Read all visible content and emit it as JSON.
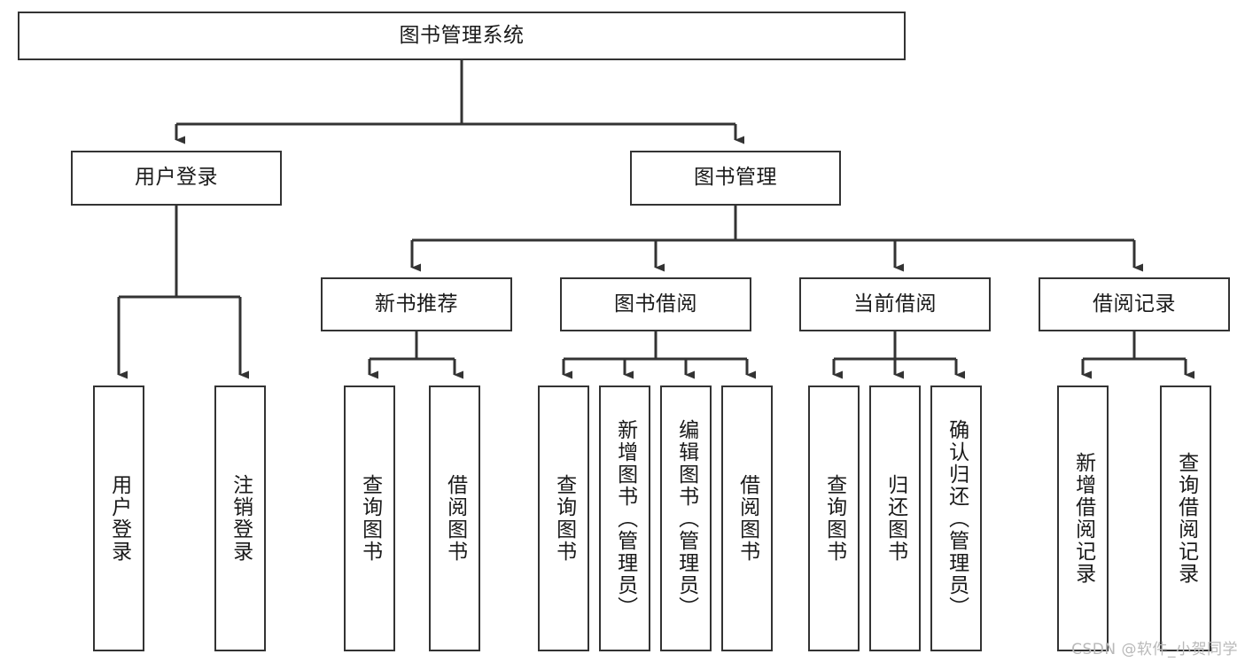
{
  "diagram": {
    "title": "图书管理系统",
    "type": "tree-hierarchy-diagram",
    "colors": {
      "box_border": "#333333",
      "box_fill": "#ffffff",
      "edge": "#333333",
      "text": "#1a1a1a",
      "watermark": "#b9b9b9",
      "background": "#ffffff"
    },
    "watermark": "CSDN @软件_小贺同学",
    "nodes": {
      "root": {
        "label": "图书管理系统",
        "orientation": "horizontal"
      },
      "level2": [
        {
          "label": "用户登录",
          "orientation": "horizontal"
        },
        {
          "label": "图书管理",
          "orientation": "horizontal"
        }
      ],
      "level3": [
        {
          "label": "新书推荐",
          "orientation": "horizontal"
        },
        {
          "label": "图书借阅",
          "orientation": "horizontal"
        },
        {
          "label": "当前借阅",
          "orientation": "horizontal"
        },
        {
          "label": "借阅记录",
          "orientation": "horizontal"
        }
      ],
      "leaves_user_login": [
        {
          "label": "用户登录",
          "orientation": "vertical"
        },
        {
          "label": "注销登录",
          "orientation": "vertical"
        }
      ],
      "leaves_new_book": [
        {
          "label": "查询图书",
          "orientation": "vertical"
        },
        {
          "label": "借阅图书",
          "orientation": "vertical"
        }
      ],
      "leaves_book_borrow": [
        {
          "label": "查询图书",
          "orientation": "vertical"
        },
        {
          "label": "新增图书（管理员）",
          "orientation": "vertical"
        },
        {
          "label": "编辑图书（管理员）",
          "orientation": "vertical"
        },
        {
          "label": "借阅图书",
          "orientation": "vertical"
        }
      ],
      "leaves_current_borrow": [
        {
          "label": "查询图书",
          "orientation": "vertical"
        },
        {
          "label": "归还图书",
          "orientation": "vertical"
        },
        {
          "label": "确认归还（管理员）",
          "orientation": "vertical"
        }
      ],
      "leaves_borrow_record": [
        {
          "label": "新增借阅记录",
          "orientation": "vertical"
        },
        {
          "label": "查询借阅记录",
          "orientation": "vertical"
        }
      ]
    }
  }
}
